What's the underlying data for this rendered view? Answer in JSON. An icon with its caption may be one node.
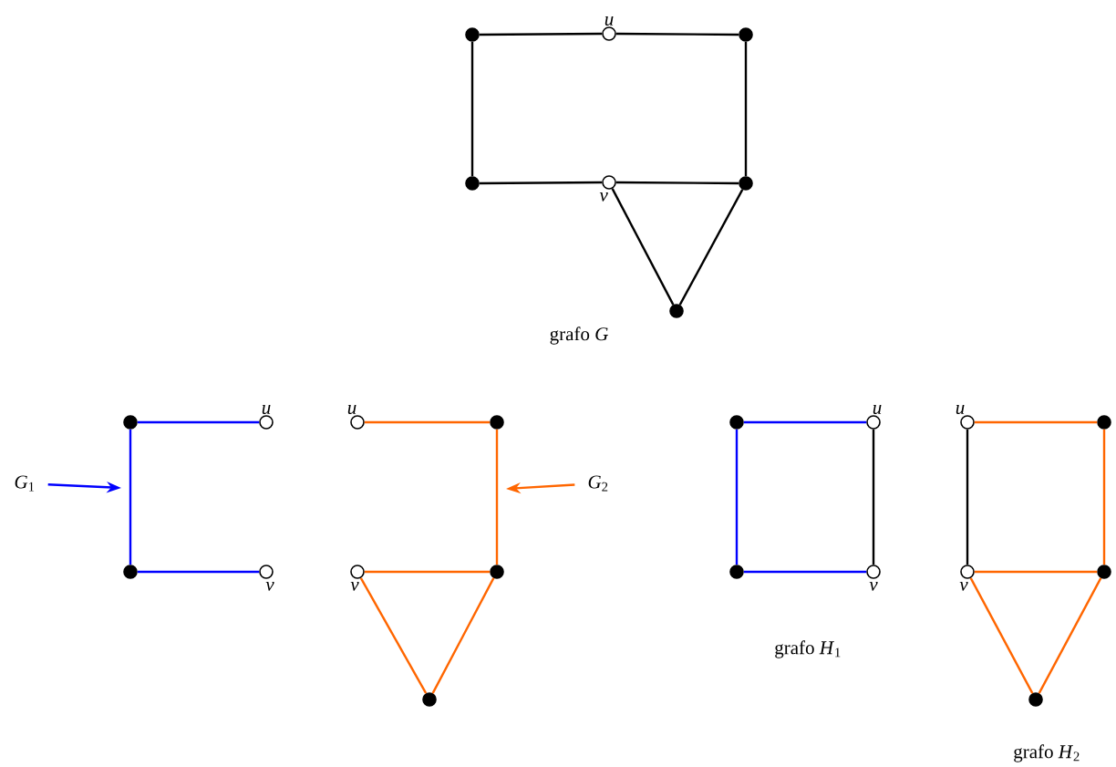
{
  "diagram": {
    "nodes": [
      {
        "text": [],
        "shape": "dot"
      },
      {
        "text": [],
        "shape": "circle",
        "beside": [
          "*u*"
        ]
      },
      {
        "text": [],
        "shape": "dot"
      },
      {
        "text": [],
        "shape": "dot"
      },
      {
        "text": [],
        "shape": "circle",
        "beside": [
          "*v*"
        ]
      },
      {
        "text": [],
        "shape": "dot"
      },
      {
        "text": [],
        "shape": "dot"
      },
      {
        "text": [
          "*G*$_{1}$"
        ]
      },
      {
        "text": [],
        "shape": "dot"
      },
      {
        "text": [],
        "shape": "circle",
        "beside": [
          "*u*"
        ]
      },
      {
        "text": [],
        "shape": "dot"
      },
      {
        "text": [],
        "shape": "circle",
        "beside": [
          "*v*"
        ]
      },
      {
        "text": [],
        "shape": "circle",
        "beside": [
          "*u*"
        ]
      },
      {
        "text": [],
        "shape": "dot"
      },
      {
        "text": [],
        "shape": "circle",
        "beside": [
          "*v*"
        ]
      },
      {
        "text": [],
        "shape": "dot"
      },
      {
        "text": [],
        "shape": "dot"
      },
      {
        "text": [
          "*G*$_{2}$"
        ]
      },
      {
        "text": [],
        "shape": "dot"
      },
      {
        "text": [],
        "shape": "circle",
        "beside": [
          "*u*"
        ]
      },
      {
        "text": [],
        "shape": "dot"
      },
      {
        "text": [],
        "shape": "circle",
        "beside": [
          "*v*"
        ]
      },
      {
        "text": [],
        "shape": "circle",
        "beside": [
          "*u*"
        ]
      },
      {
        "text": [],
        "shape": "dot"
      },
      {
        "text": [],
        "shape": "circle",
        "beside": [
          "*v*"
        ]
      },
      {
        "text": [],
        "shape": "dot"
      },
      {
        "text": [],
        "shape": "dot"
      }
    ],
    "edges": [
      {
        "from": 0,
        "to": 1,
        "arrow": "none",
        "color": "#000000"
      },
      {
        "from": 1,
        "to": 2,
        "arrow": "none",
        "color": "#000000"
      },
      {
        "from": 0,
        "to": 3,
        "arrow": "none",
        "color": "#000000"
      },
      {
        "from": 2,
        "to": 5,
        "arrow": "none",
        "color": "#000000"
      },
      {
        "from": 3,
        "to": 4,
        "arrow": "none",
        "color": "#000000"
      },
      {
        "from": 4,
        "to": 5,
        "arrow": "none",
        "color": "#000000"
      },
      {
        "from": 4,
        "to": 6,
        "arrow": "none",
        "color": "#000000"
      },
      {
        "from": 5,
        "to": 6,
        "arrow": "none",
        "color": "#000000"
      },
      {
        "from": 7,
        "to": null,
        "arrow": "to",
        "color": "#0000ff"
      },
      {
        "from": 8,
        "to": 9,
        "arrow": "none",
        "color": "#0000ff"
      },
      {
        "from": 8,
        "to": 10,
        "arrow": "none",
        "color": "#0000ff"
      },
      {
        "from": 10,
        "to": 11,
        "arrow": "none",
        "color": "#0000ff"
      },
      {
        "from": 12,
        "to": 13,
        "arrow": "none",
        "color": "#ff6600"
      },
      {
        "from": 13,
        "to": 15,
        "arrow": "none",
        "color": "#ff6600"
      },
      {
        "from": 14,
        "to": 15,
        "arrow": "none",
        "color": "#ff6600"
      },
      {
        "from": 14,
        "to": 16,
        "arrow": "none",
        "color": "#ff6600"
      },
      {
        "from": 15,
        "to": 16,
        "arrow": "none",
        "color": "#ff6600"
      },
      {
        "from": 17,
        "to": null,
        "arrow": "to",
        "color": "#ff6600"
      },
      {
        "from": 18,
        "to": 19,
        "arrow": "none",
        "color": "#0000ff"
      },
      {
        "from": 18,
        "to": 20,
        "arrow": "none",
        "color": "#0000ff"
      },
      {
        "from": 20,
        "to": 21,
        "arrow": "none",
        "color": "#0000ff"
      },
      {
        "from": 19,
        "to": 21,
        "arrow": "none",
        "color": "#000000"
      },
      {
        "from": 22,
        "to": 23,
        "arrow": "none",
        "color": "#ff6600"
      },
      {
        "from": 23,
        "to": 25,
        "arrow": "none",
        "color": "#ff6600"
      },
      {
        "from": 22,
        "to": 24,
        "arrow": "none",
        "color": "#000000"
      },
      {
        "from": 24,
        "to": 25,
        "arrow": "none",
        "color": "#ff6600"
      },
      {
        "from": 24,
        "to": 26,
        "arrow": "none",
        "color": "#ff6600"
      },
      {
        "from": 25,
        "to": 26,
        "arrow": "none",
        "color": "#ff6600"
      }
    ],
    "labels": [
      "grafo *G*",
      "grafo *H*$_{1}$",
      "grafo *H*$_{2}$"
    ]
  }
}
